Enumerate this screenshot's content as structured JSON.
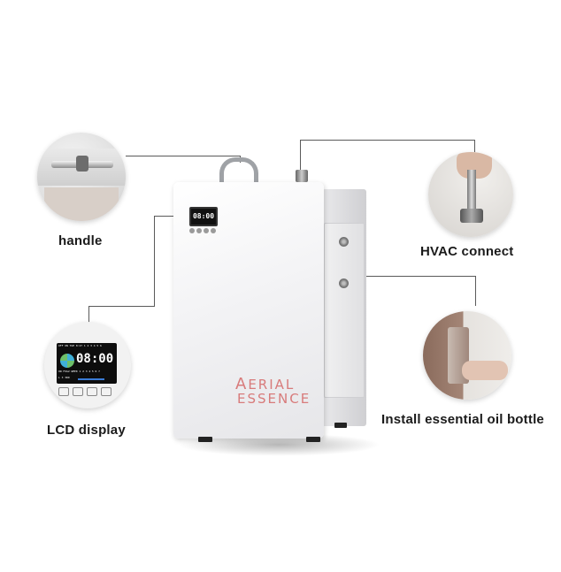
{
  "callouts": {
    "handle": "handle",
    "lcd": "LCD display",
    "hvac": "HVAC connect",
    "install": "Install essential oil bottle"
  },
  "brand": {
    "line1": "ERIAL",
    "line1_initial": "A",
    "line2": "ESSENCE",
    "color": "#d87b7b"
  },
  "device_screen": {
    "time": "08:00"
  },
  "lcd_inset": {
    "top_row": "OFF ON  TUE 8:27     1 2 3 4 5 6",
    "time": "08:00",
    "mid_row": "ON  FOG2 WEEK  1 2 3 4 5 6 7",
    "low_row": "L   3 3RD"
  },
  "colors": {
    "callout_line": "#5a5a5a",
    "unit_body": "#f3f3f5"
  }
}
